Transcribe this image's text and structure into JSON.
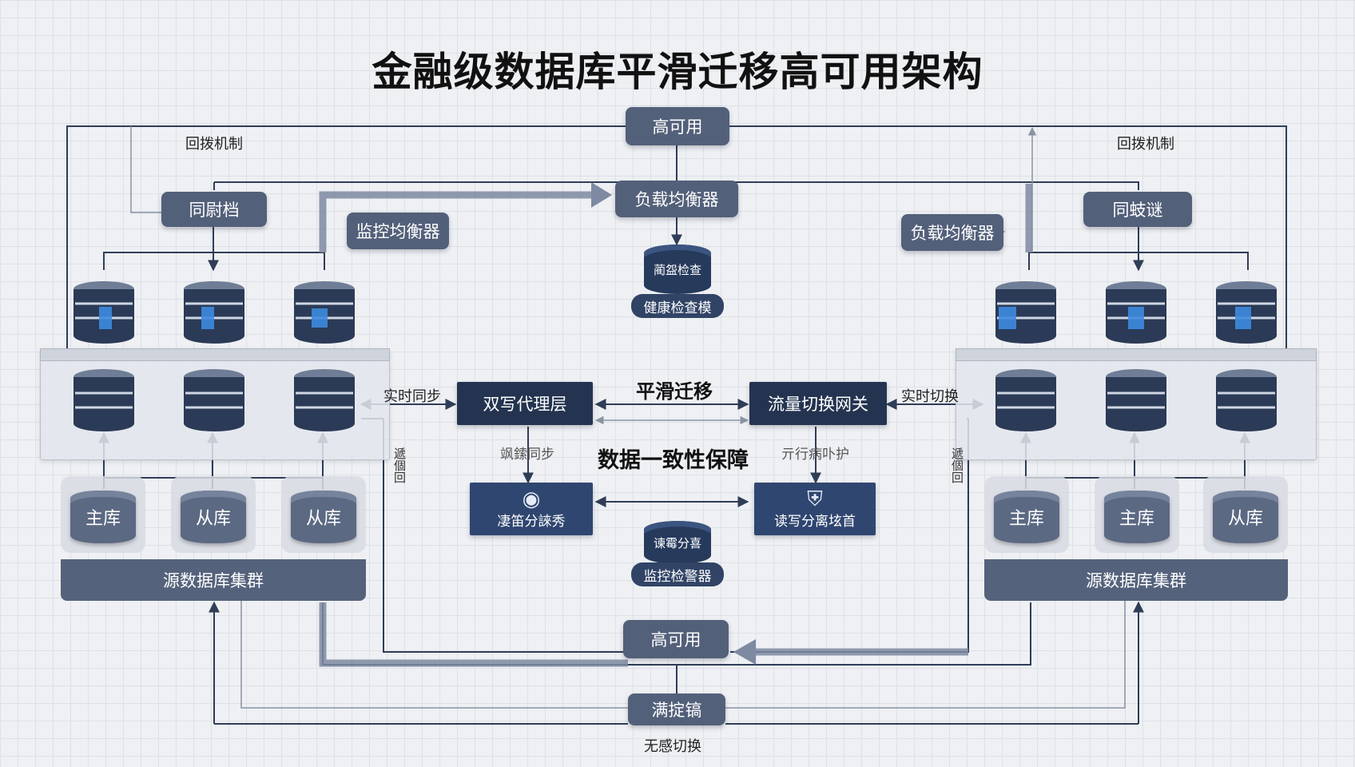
{
  "title": "金融级数据库平滑迁移高可用架构",
  "top": {
    "ha_label": "高可用",
    "lb_label": "负载均衡器",
    "health_cyl_text": "蔺盌检查",
    "health_pill": "健康检查模"
  },
  "left": {
    "rollback": "回拨机制",
    "sync_box": "同尉档",
    "monitor_lb": "监控均衡器",
    "realtime_sync": "实时同步",
    "vertical_text": "遞個回",
    "nodes": [
      "主库",
      "从库",
      "从库"
    ],
    "cluster": "源数据库集群"
  },
  "right": {
    "rollback": "回拨机制",
    "sync_box": "同蚑谜",
    "lb": "负载均衡器",
    "realtime_switch": "实时切换",
    "vertical_text": "遞個回",
    "nodes": [
      "主库",
      "主库",
      "从库"
    ],
    "cluster": "源数据库集群"
  },
  "center": {
    "smooth_migration": "平滑迁移",
    "dual_write": "双写代理层",
    "traffic_gateway": "流量切换网关",
    "consistency": "数据一致性保障",
    "left_faint": "飒鎍同步",
    "right_faint": "亓行病卟护",
    "rw_left": "凄笛分誺秀",
    "rw_right": "读写分离𡊨首",
    "monitor_cyl_text": "谏霉分喜",
    "monitor_pill": "监控检警器"
  },
  "bottom": {
    "ha_label": "高可用",
    "bottom_box": "满掟镐",
    "seamless": "无感切换"
  },
  "icons": {
    "server_icon": "server-rack-icon",
    "rw_left_icon": "eye-icon",
    "rw_right_icon": "shield-icon"
  },
  "colors": {
    "slate": "#53607a",
    "navy": "#243450",
    "line": "#2f3d57"
  }
}
